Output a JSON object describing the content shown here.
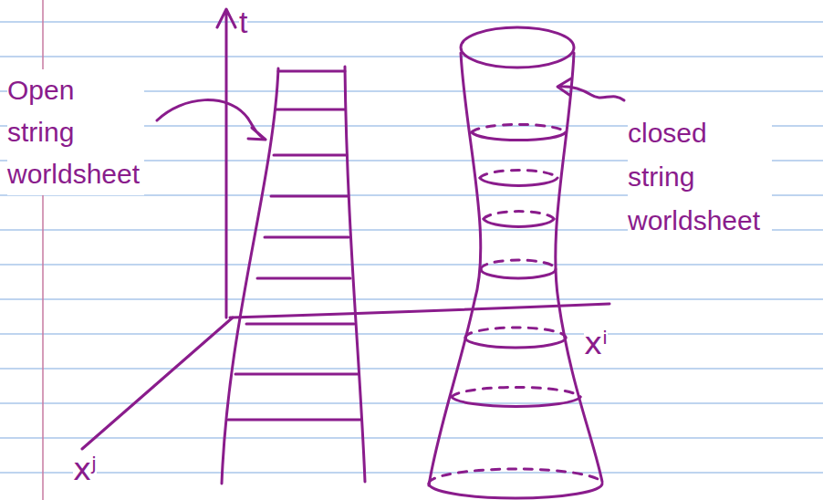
{
  "diagram": {
    "labels": [
      "t",
      "Open string worldsheet",
      "closed string worldsheet",
      "xⁱ",
      "xʲ"
    ]
  }
}
